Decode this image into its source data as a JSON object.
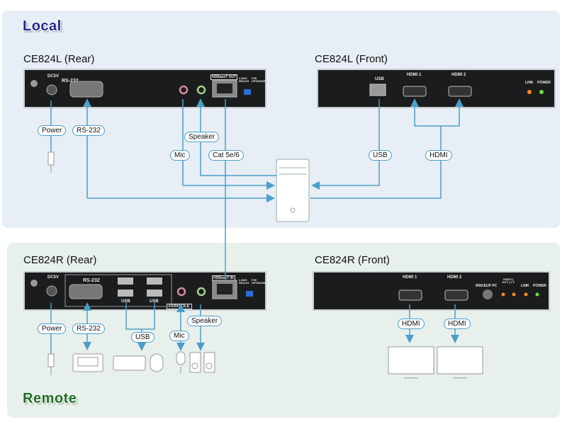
{
  "sections": {
    "local": "Local",
    "remote": "Remote"
  },
  "devices": {
    "local_rear": {
      "label": "CE824L (Rear)",
      "ports": {
        "power": "DC5V",
        "rs232": "RS-232",
        "cat": "HDBaseT OUT",
        "long_reach": "LONG REACH",
        "fw": "F/W UPGRADE"
      }
    },
    "local_front": {
      "label": "CE824L (Front)",
      "ports": {
        "usb": "USB",
        "hdmi1": "HDMI 1",
        "hdmi2": "HDMI 2",
        "link": "LINK",
        "power": "POWER"
      }
    },
    "remote_rear": {
      "label": "CE824R (Rear)",
      "ports": {
        "power": "DC5V",
        "rs232": "RS-232",
        "usb1": "USB",
        "usb2": "USB",
        "console": "CONSOLE",
        "cat": "HDBaseT IN",
        "long_reach": "LONG REACH",
        "fw": "F/W UPGRADE"
      }
    },
    "remote_front": {
      "label": "CE824R (Front)",
      "ports": {
        "hdmi1": "HDMI 1",
        "hdmi2": "HDMI 2",
        "wakeup": "WAKEUP PC",
        "video_out": "VIDEO [ OUT ] 1 2",
        "link": "LINK",
        "power": "POWER"
      }
    }
  },
  "connections": {
    "local": {
      "power": "Power",
      "rs232": "RS-232",
      "mic": "Mic",
      "speaker": "Speaker",
      "cat": "Cat 5e/6",
      "usb": "USB",
      "hdmi": "HDMI"
    },
    "remote": {
      "power": "Power",
      "rs232": "RS-232",
      "usb": "USB",
      "mic": "Mic",
      "speaker": "Speaker",
      "hdmi1": "HDMI",
      "hdmi2": "HDMI"
    }
  },
  "colors": {
    "line": "#4a9fc9",
    "local_title": "#1d2a8c",
    "remote_title": "#1d6d24",
    "led_orange": "#ff8a1a",
    "led_green": "#6fe03a"
  }
}
